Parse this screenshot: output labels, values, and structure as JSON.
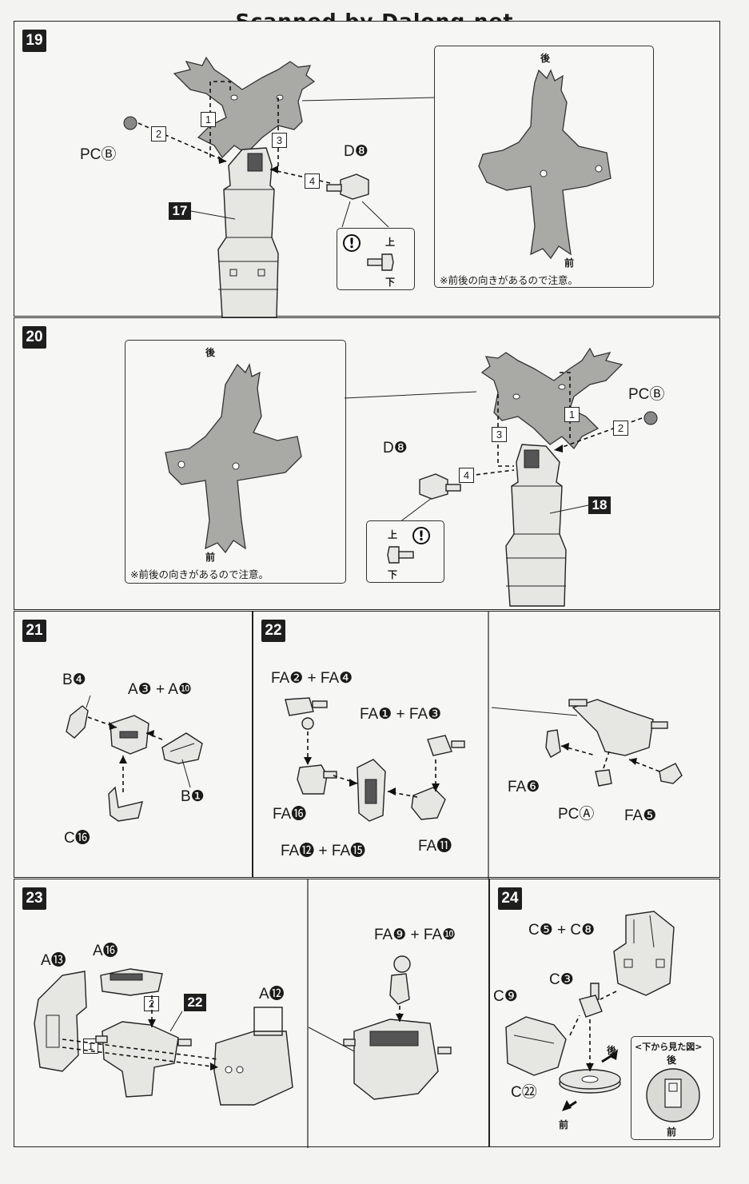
{
  "watermark": "Scanned by Dalong.net",
  "step19": {
    "number": "19",
    "label_pc_b": "PCⒷ",
    "label_d8": "D❽",
    "ref_17": "17",
    "steps": [
      "1",
      "2",
      "3",
      "4"
    ],
    "inset_up": "上",
    "inset_down": "下",
    "inset_alert": "!",
    "view_back": "後",
    "view_front": "前",
    "note": "※前後の向きがあるので注意。"
  },
  "step20": {
    "number": "20",
    "label_pc_b": "PCⒷ",
    "label_d8": "D❽",
    "ref_18": "18",
    "steps": [
      "1",
      "2",
      "3",
      "4"
    ],
    "inset_up": "上",
    "inset_down": "下",
    "inset_alert": "!",
    "view_back": "後",
    "view_front": "前",
    "note": "※前後の向きがあるので注意。"
  },
  "step21": {
    "number": "21",
    "label_b4": "B❹",
    "label_a3_a10": "A❸ + A❿",
    "label_b1": "B❶",
    "label_c16": "C⓰"
  },
  "step22": {
    "number": "22",
    "label_fa2_fa4": "FA❷ + FA❹",
    "label_fa1_fa3": "FA❶ + FA❸",
    "label_fa16": "FA⓰",
    "label_fa12_fa15": "FA⓬ + FA⓯",
    "label_fa11": "FA⓫",
    "label_fa6": "FA❻",
    "label_pc_a": "PCⒶ",
    "label_fa5": "FA❺"
  },
  "step23": {
    "number": "23",
    "label_a13": "A⓭",
    "label_a16": "A⓰",
    "ref_22": "22",
    "label_a12": "A⓬",
    "label_fa9_fa10": "FA❾ + FA❿",
    "steps": [
      "1",
      "2"
    ]
  },
  "step24": {
    "number": "24",
    "label_c5_c8": "C❺ + C❽",
    "label_c3": "C❸",
    "label_c9": "C❾",
    "label_c22": "C㉒",
    "bottom_view_title": "<下から見た図>",
    "view_back": "後",
    "view_front": "前"
  }
}
